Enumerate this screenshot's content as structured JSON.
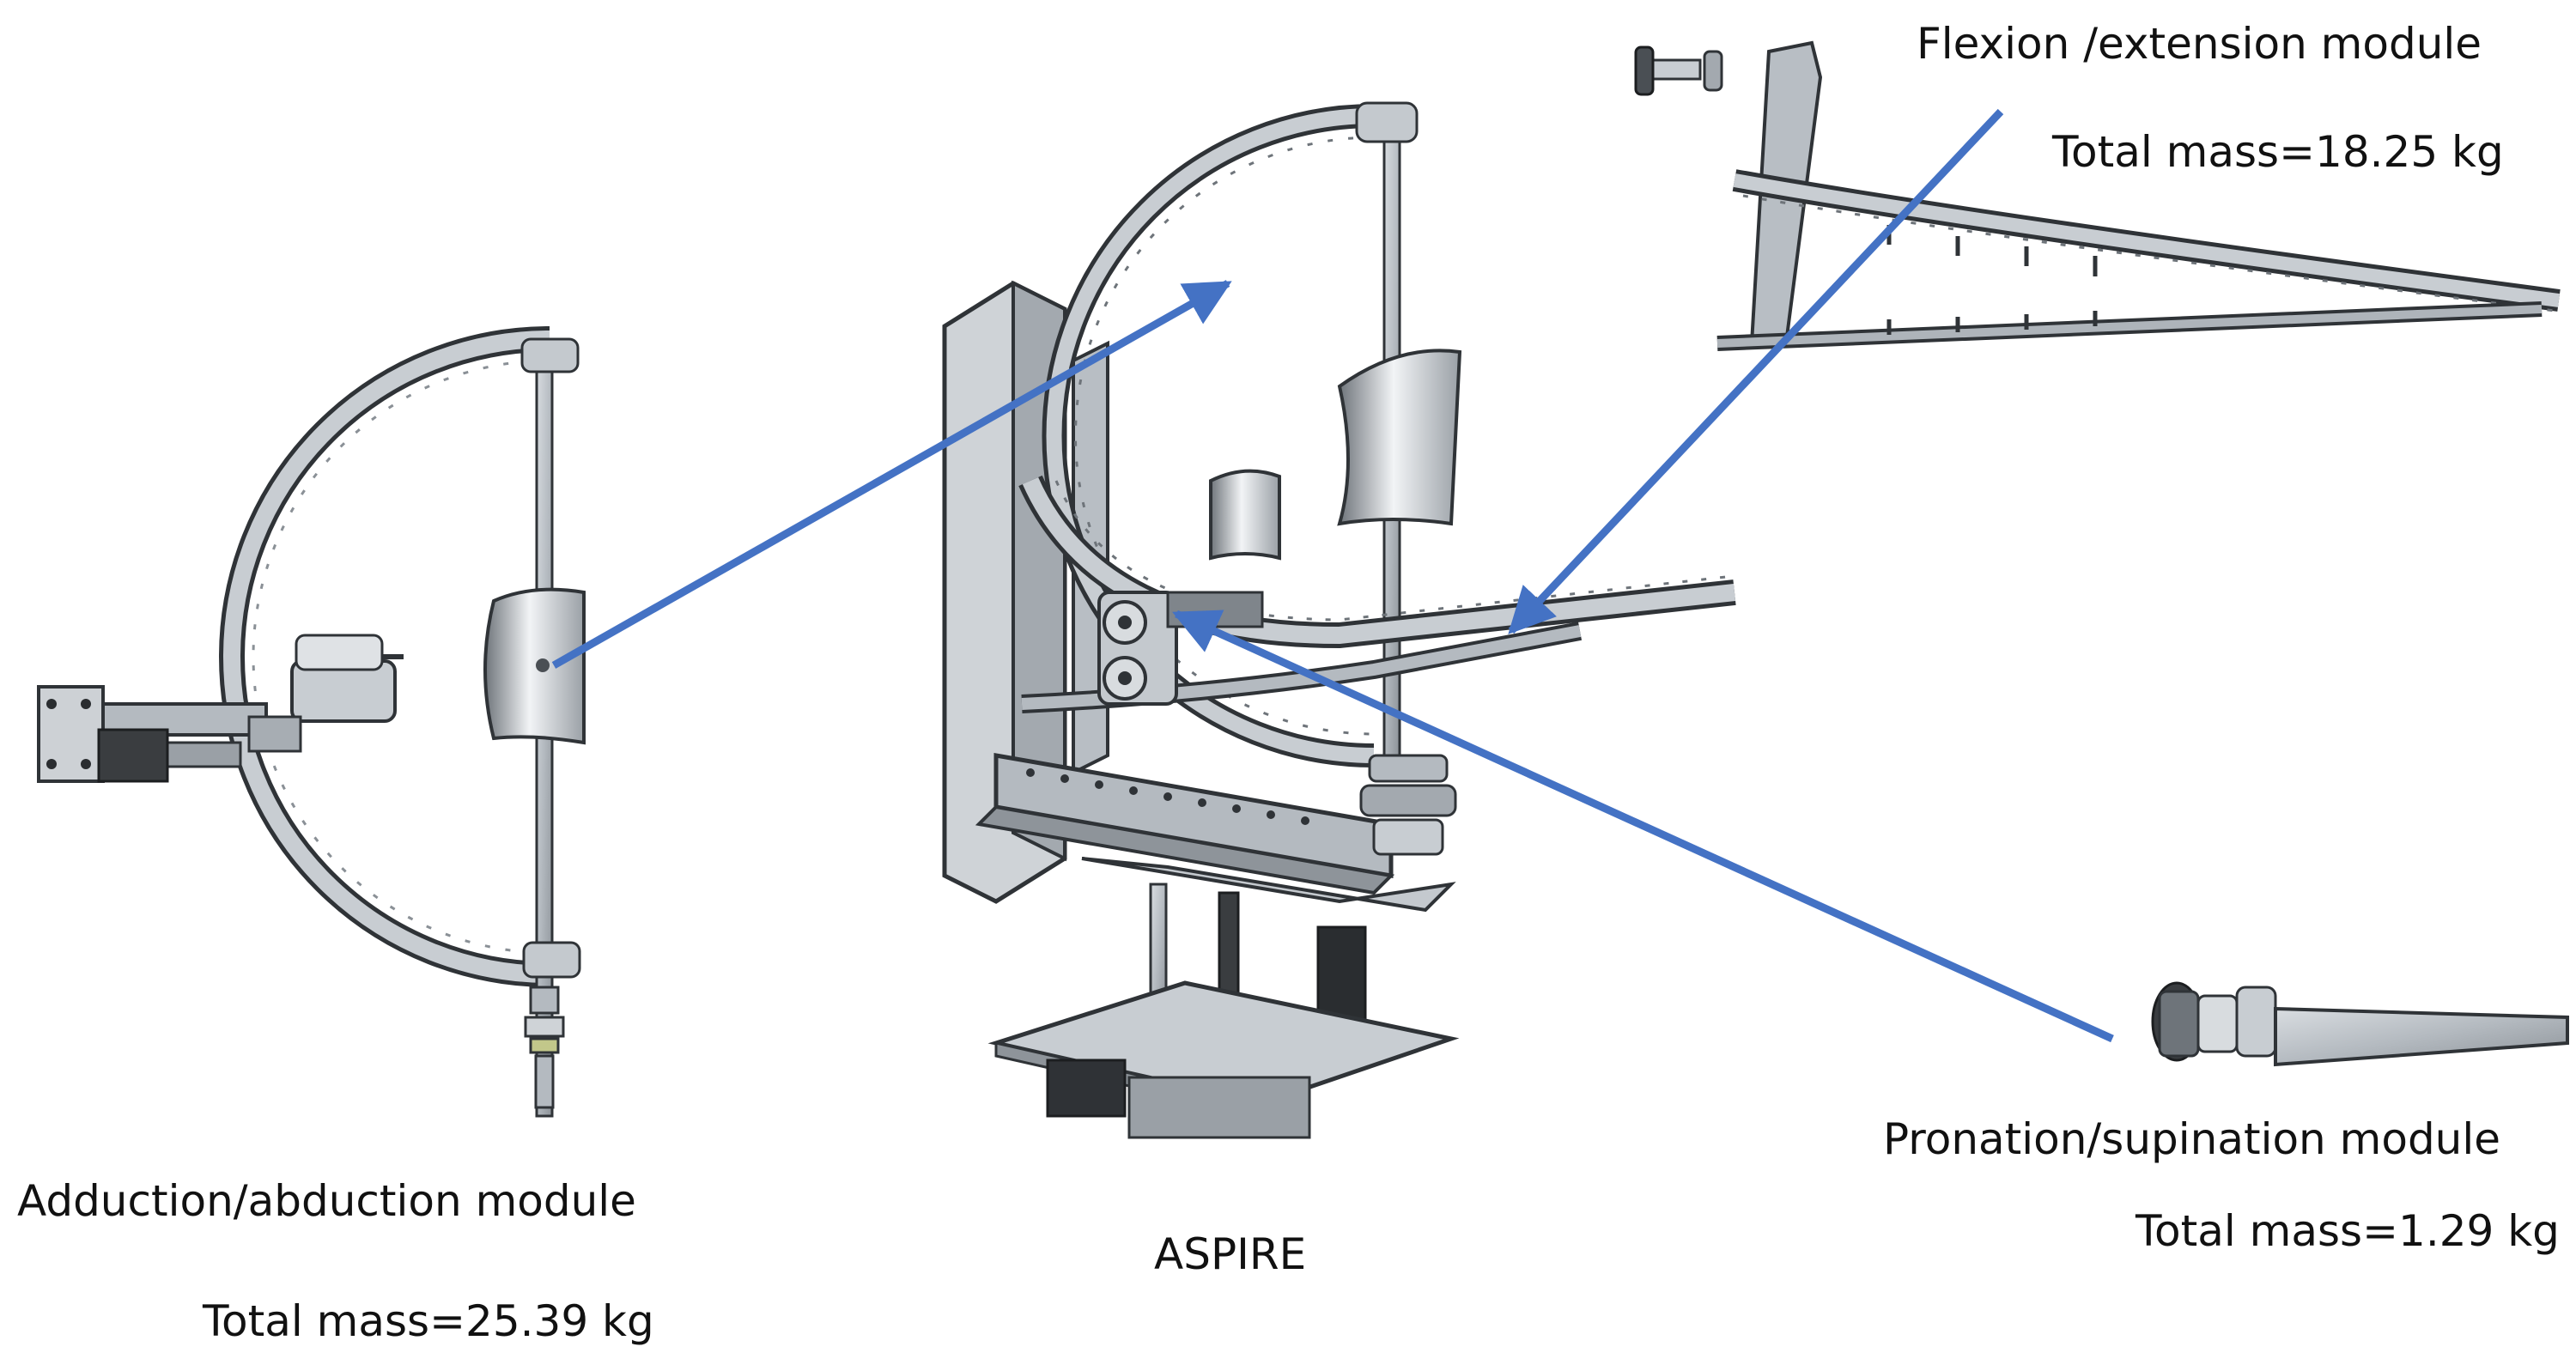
{
  "modules": {
    "flexion": {
      "name": "Flexion /extension module",
      "mass": "Total mass=18.25 kg"
    },
    "adduction": {
      "name": "Adduction/abduction module",
      "mass": "Total mass=25.39 kg"
    },
    "pronation": {
      "name": "Pronation/supination module",
      "mass": "Total mass=1.29 kg"
    },
    "center": {
      "name": "ASPIRE"
    }
  },
  "colors": {
    "arrow": "#4472C4",
    "metal": "#b9bec4",
    "metal_dark": "#6e747a",
    "outline": "#2f3337",
    "motor": "#2a2d30"
  }
}
